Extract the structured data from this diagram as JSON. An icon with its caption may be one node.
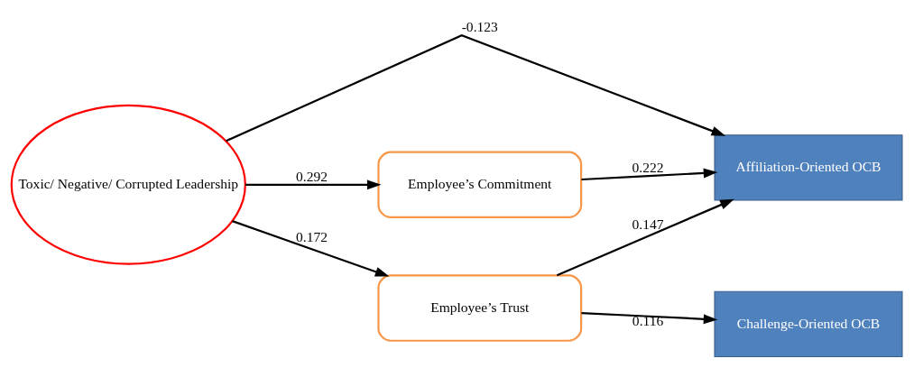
{
  "diagram": {
    "nodes": [
      {
        "text": [
          "Toxic/ Negative/ Corrupted Leadership"
        ]
      },
      {
        "text": [
          "Employee’s Commitment"
        ]
      },
      {
        "text": [
          "Employee’s Trust"
        ]
      },
      {
        "text": [
          "Challenge-Oriented OCB"
        ]
      },
      {
        "text": [
          "Affiliation-Oriented OCB"
        ]
      }
    ],
    "edges": [
      {
        "from": 0,
        "to": 1,
        "arrow": "to",
        "label": "0.292"
      },
      {
        "from": 0,
        "to": 2,
        "arrow": "to",
        "label": "0.172"
      },
      {
        "from": 1,
        "to": 4,
        "arrow": "to",
        "label": "0.222"
      },
      {
        "from": 2,
        "to": 3,
        "arrow": "to",
        "label": "0.116"
      },
      {
        "from": 2,
        "to": 4,
        "arrow": "to",
        "label": "0.147"
      },
      {
        "from": 0,
        "to": 4,
        "arrow": "to",
        "label": "-0.123"
      }
    ]
  }
}
